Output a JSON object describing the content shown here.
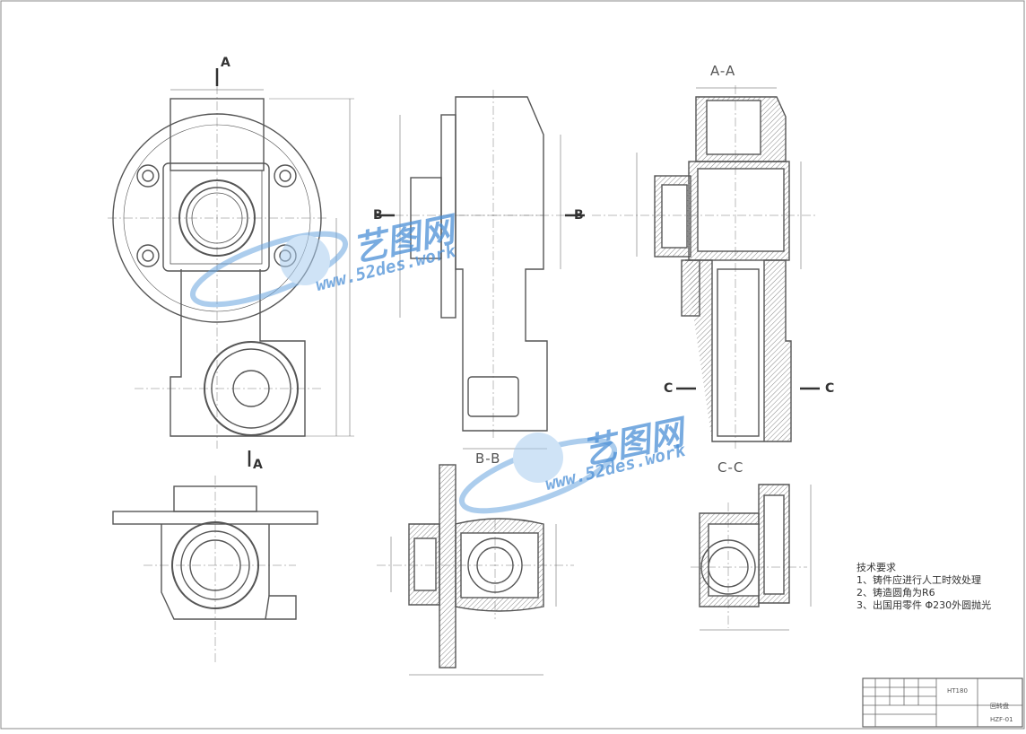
{
  "drawing": {
    "section_labels": {
      "aa": "A-A",
      "bb": "B-B",
      "cc": "C-C"
    },
    "cut_markers": {
      "a": "A",
      "b": "B",
      "c": "C"
    },
    "tech_requirements": {
      "title": "技术要求",
      "items": [
        "1、铸件应进行人工时效处理",
        "2、铸造圆角为R6",
        "3、出国用零件 Φ230外圆抛光"
      ]
    },
    "title_block": {
      "material": "HT180",
      "part_name": "回转盘",
      "drawing_number": "HZF-01"
    }
  },
  "watermark": {
    "brand": "艺图网",
    "url": "www.52des.work",
    "color": "#4b8fd6"
  },
  "colors": {
    "line": "#555555",
    "hatch": "#888888",
    "fill_gray": "#cfcfcf"
  }
}
